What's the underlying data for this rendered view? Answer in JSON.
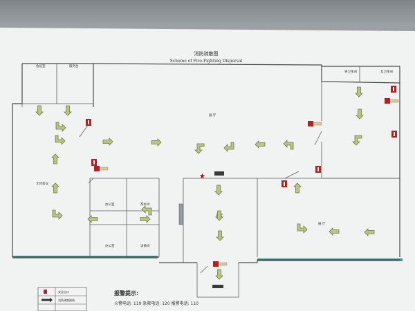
{
  "title_cn": "消防疏散图",
  "title_en": "Scheme of Fire-Fighting Dispersal",
  "rooms": [
    {
      "key": "r1",
      "label": "会议室"
    },
    {
      "key": "r2",
      "label": "服务台"
    },
    {
      "key": "r3",
      "label": "展 厅"
    },
    {
      "key": "r4",
      "label": "男卫生间"
    },
    {
      "key": "r5",
      "label": "女卫生间"
    },
    {
      "key": "r6",
      "label": "文体会议"
    },
    {
      "key": "r7",
      "label": "办公室"
    },
    {
      "key": "r8",
      "label": "茶水间"
    },
    {
      "key": "r9",
      "label": "办公室"
    },
    {
      "key": "r10",
      "label": "设备间"
    },
    {
      "key": "r11",
      "label": "前 厅"
    },
    {
      "key": "r12",
      "label": "展 厅"
    }
  ],
  "legend": {
    "items": [
      {
        "label": "安全出口"
      },
      {
        "label": "消防疏散路线"
      }
    ]
  },
  "alarm": {
    "title": "报警提示:",
    "line": "火警电话: 119 急救电话: 120 报警电话: 110"
  },
  "colors": {
    "arrow_fill": "#b9c48a",
    "exit_red": "#b22222",
    "exterior_teal": "#4f8f8f"
  }
}
